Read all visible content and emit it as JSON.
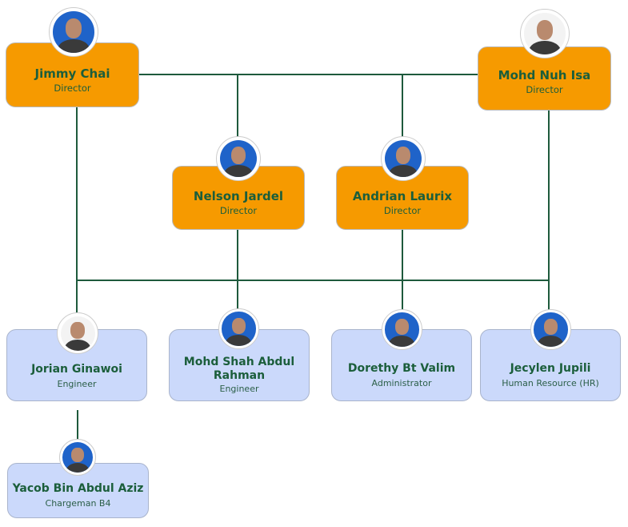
{
  "people": [
    {
      "id": "jimmy",
      "name": "Jimmy Chai",
      "role": "Director"
    },
    {
      "id": "nuh",
      "name": "Mohd Nuh Isa",
      "role": "Director"
    },
    {
      "id": "nelson",
      "name": "Nelson Jardel",
      "role": "Director"
    },
    {
      "id": "andrian",
      "name": "Andrian Laurix",
      "role": "Director"
    },
    {
      "id": "jorian",
      "name": "Jorian Ginawoi",
      "role": "Engineer"
    },
    {
      "id": "shah",
      "name": "Mohd Shah Abdul Rahman",
      "role": "Engineer"
    },
    {
      "id": "dorethy",
      "name": "Dorethy Bt Valim",
      "role": "Administrator"
    },
    {
      "id": "jecylen",
      "name": "Jecylen Jupili",
      "role": "Human Resource (HR)"
    },
    {
      "id": "yacob",
      "name": "Yacob Bin Abdul Aziz",
      "role": "Chargeman B4"
    }
  ],
  "colors": {
    "director": "#f69a00",
    "staff": "#cbd9fb",
    "line": "#1e5a3c",
    "text": "#1b5e3b"
  }
}
